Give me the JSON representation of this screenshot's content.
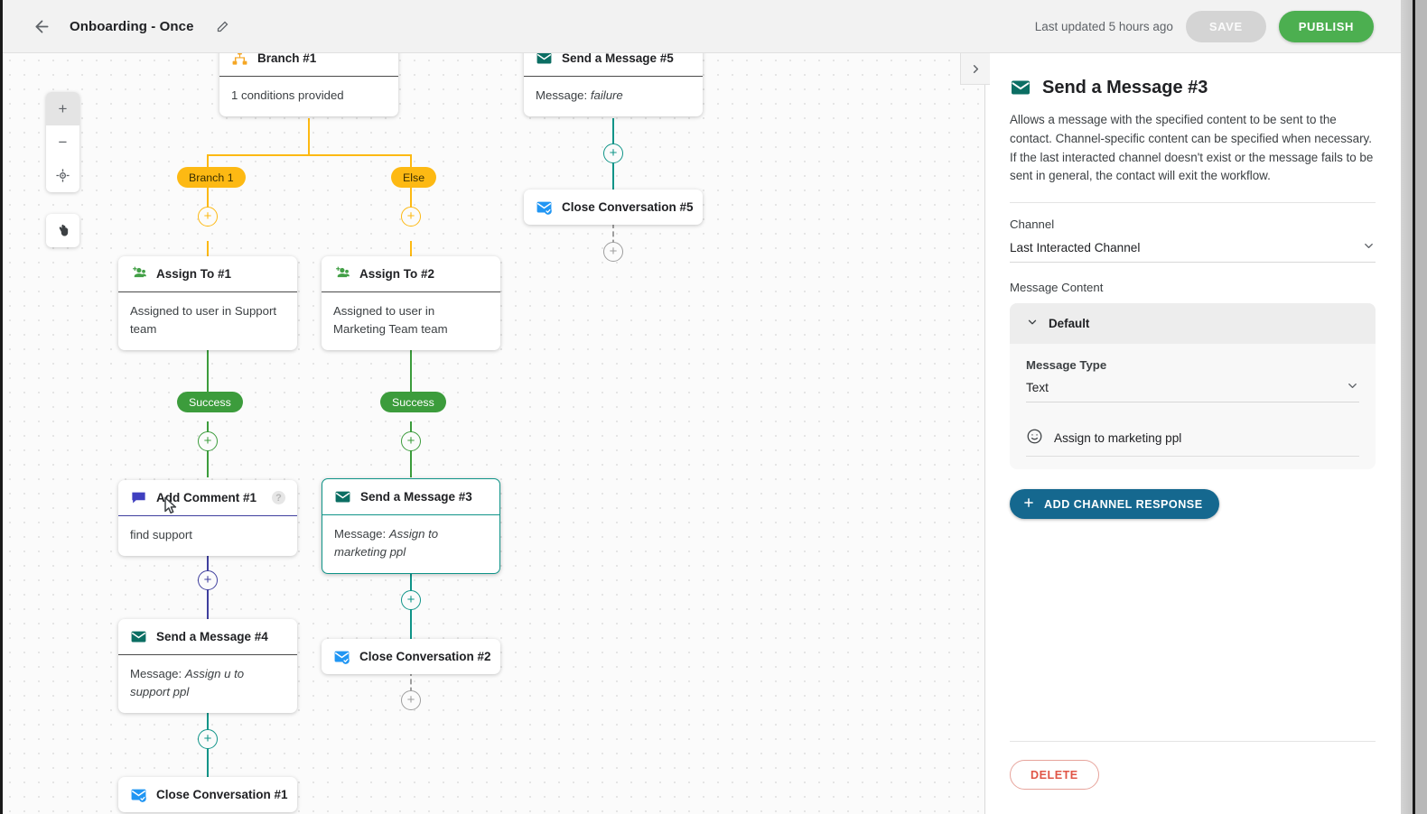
{
  "header": {
    "back_icon": "arrow-left-icon",
    "title": "Onboarding - Once",
    "edit_icon": "pencil-icon",
    "last_updated": "Last updated 5 hours ago",
    "save_label": "SAVE",
    "publish_label": "PUBLISH",
    "save_color": "#d4d4d4",
    "publish_color": "#4caf50"
  },
  "canvas": {
    "collapse_icon": "chevron-right-icon",
    "controls": {
      "zoom_in": "+",
      "zoom_out": "−",
      "recenter_icon": "crosshair-icon",
      "pan_icon": "hand-icon"
    },
    "nodes": [
      {
        "id": "branch1",
        "title": "Branch #1",
        "body": "1 conditions provided",
        "icon": "hierarchy-icon"
      },
      {
        "id": "msg5",
        "title": "Send a Message #5",
        "body_prefix": "Message: ",
        "body_em": "failure",
        "icon": "envelope-icon"
      },
      {
        "id": "close5",
        "title": "Close Conversation #5",
        "icon": "envelope-check-icon"
      },
      {
        "id": "assign1",
        "title": "Assign To #1",
        "body": "Assigned to user in Support team",
        "icon": "person-add-icon"
      },
      {
        "id": "assign2",
        "title": "Assign To #2",
        "body": "Assigned to user in Marketing Team team",
        "icon": "person-add-icon"
      },
      {
        "id": "comment1",
        "title": "Add Comment #1",
        "body": "find support",
        "icon": "comment-icon",
        "help": "?"
      },
      {
        "id": "msg3",
        "title": "Send a Message #3",
        "body_prefix": "Message: ",
        "body_em": "Assign to marketing ppl",
        "icon": "envelope-icon",
        "selected": true
      },
      {
        "id": "msg4",
        "title": "Send a Message #4",
        "body_prefix": "Message: ",
        "body_em": "Assign u to support ppl",
        "icon": "envelope-icon"
      },
      {
        "id": "close2",
        "title": "Close Conversation #2",
        "icon": "envelope-check-icon"
      },
      {
        "id": "close1",
        "title": "Close Conversation #1",
        "icon": "envelope-check-icon"
      }
    ],
    "branch_labels": [
      {
        "id": "branch-1-label",
        "text": "Branch 1",
        "color": "#fdb913"
      },
      {
        "id": "else-label",
        "text": "Else",
        "color": "#fdb913"
      }
    ],
    "success_labels": [
      {
        "id": "success-1",
        "text": "Success",
        "color": "#3c9c3c"
      },
      {
        "id": "success-2",
        "text": "Success",
        "color": "#3c9c3c"
      }
    ]
  },
  "panel": {
    "icon": "envelope-icon",
    "title": "Send a Message #3",
    "description": "Allows a message with the specified content to be sent to the contact. Channel-specific content can be specified when necessary. If the last interacted channel doesn't exist or the message fails to be sent in general, the contact will exit the workflow.",
    "channel_label": "Channel",
    "channel_value": "Last Interacted Channel",
    "message_content_label": "Message Content",
    "accordion_title": "Default",
    "accordion_chevron": "chevron-down-icon",
    "message_type_label": "Message Type",
    "message_type_value": "Text",
    "emoji_icon": "emoji-smile-icon",
    "message_text": "Assign to marketing ppl",
    "add_response_label": "ADD CHANNEL RESPONSE",
    "add_response_color": "#15688f",
    "delete_label": "DELETE",
    "delete_color": "#e05547"
  }
}
